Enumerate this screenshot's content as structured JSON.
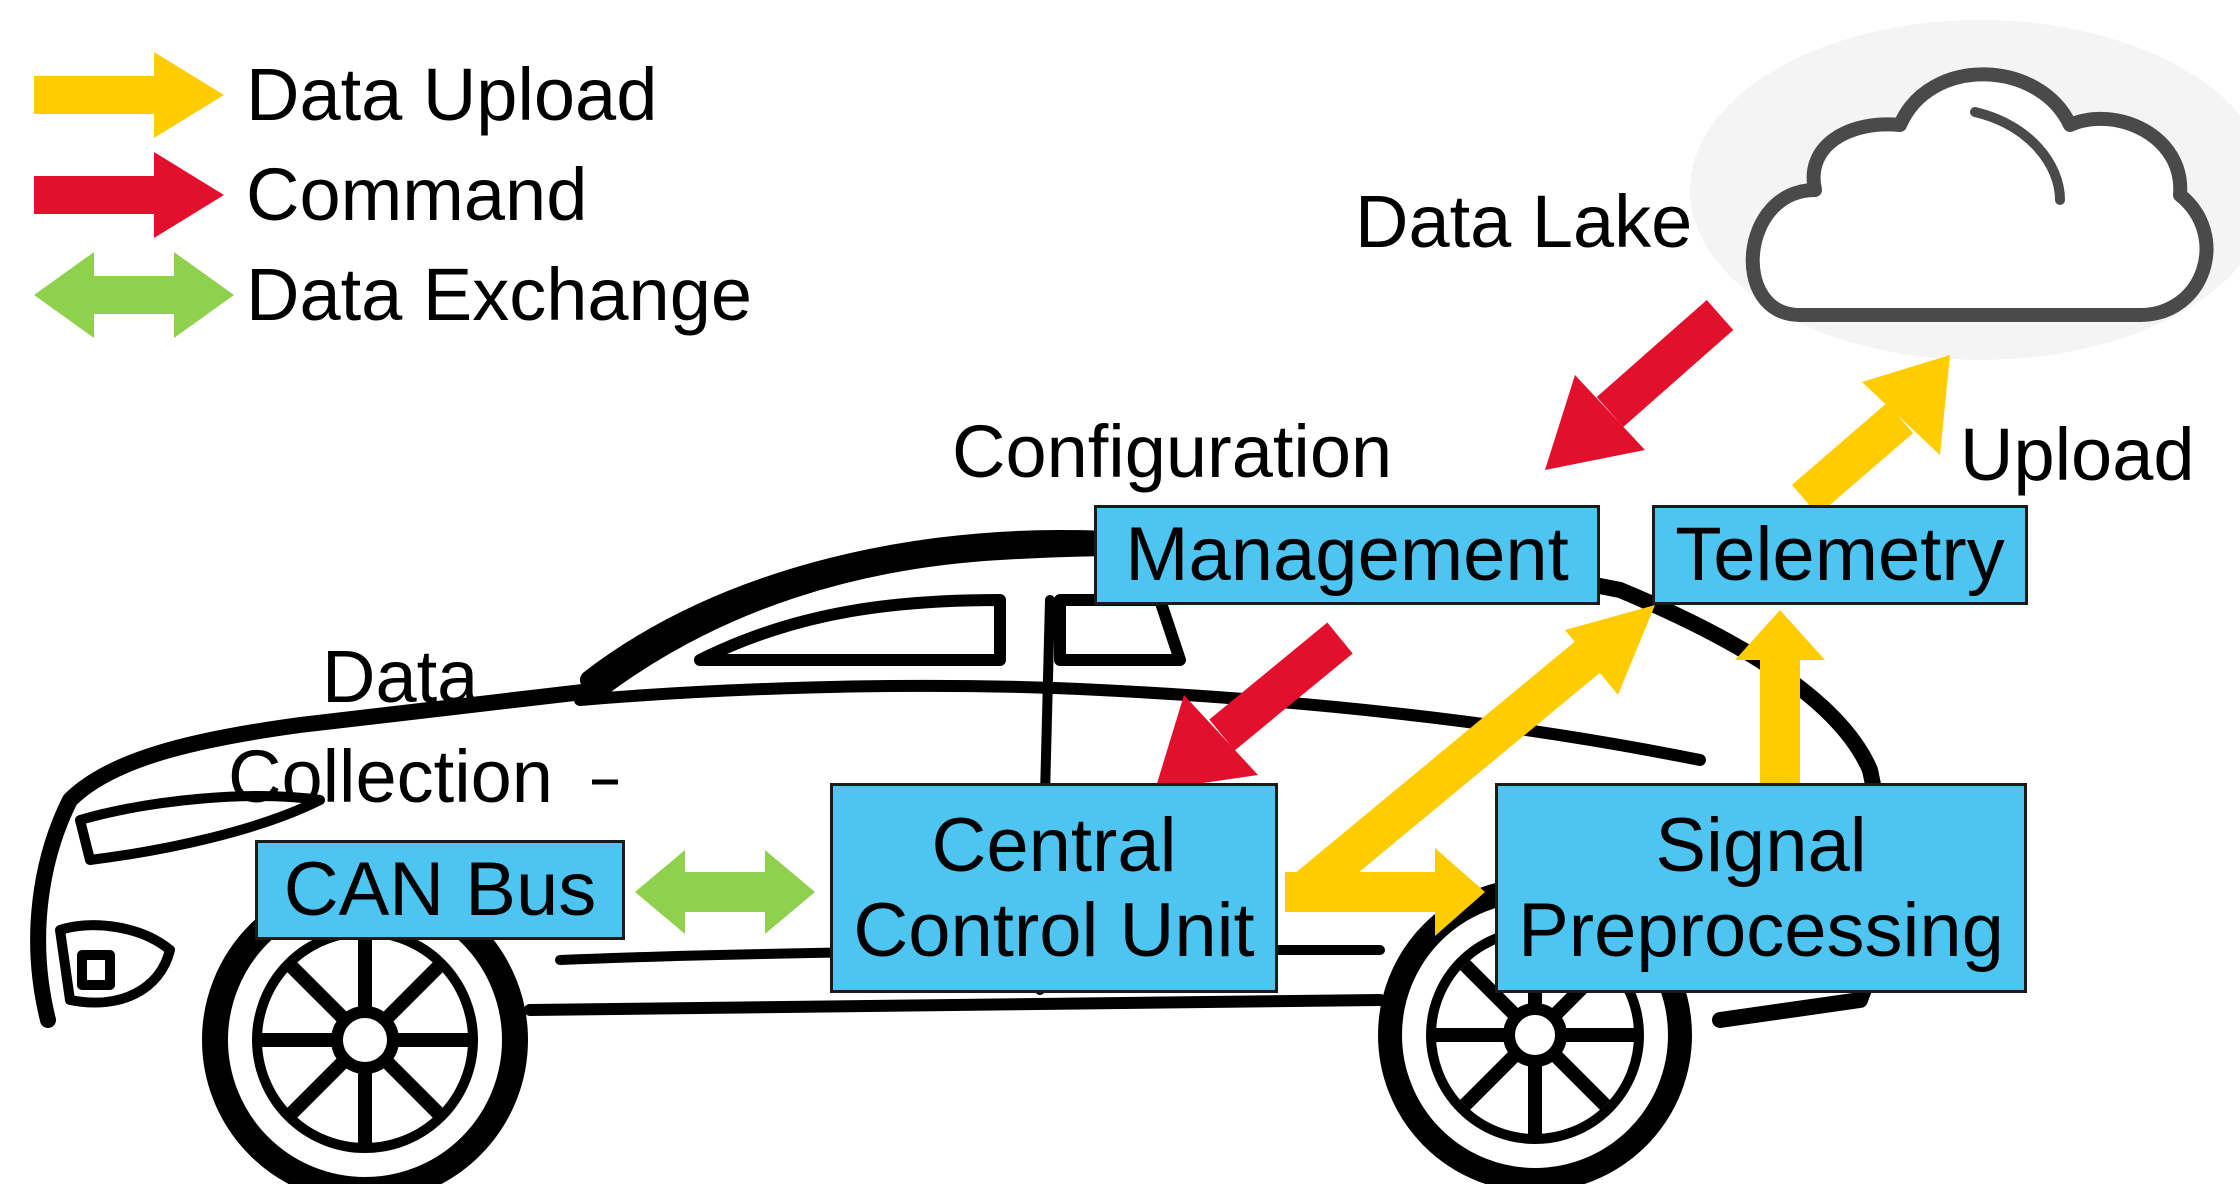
{
  "legend": [
    {
      "label": "Data Upload",
      "color": "#ffcc00",
      "kind": "single"
    },
    {
      "label": "Command",
      "color": "#e3102d",
      "kind": "single"
    },
    {
      "label": "Data Exchange",
      "color": "#8fd14f",
      "kind": "double"
    }
  ],
  "cloud": {
    "label": "Data Lake",
    "icon": "cloud-icon"
  },
  "labels": {
    "configuration": "Configuration",
    "upload": "Upload",
    "data_collection_line1": "Data",
    "data_collection_line2": "Collection"
  },
  "boxes": {
    "management": "Management",
    "telemetry": "Telemetry",
    "can_bus": "CAN Bus",
    "ccu_line1": "Central",
    "ccu_line2": "Control Unit",
    "signal_line1": "Signal",
    "signal_line2": "Preprocessing"
  },
  "colors": {
    "box_fill": "#4ec5f1",
    "upload": "#ffcc00",
    "command": "#e3102d",
    "exchange": "#8fd14f"
  },
  "background_image": "car-outline-icon"
}
